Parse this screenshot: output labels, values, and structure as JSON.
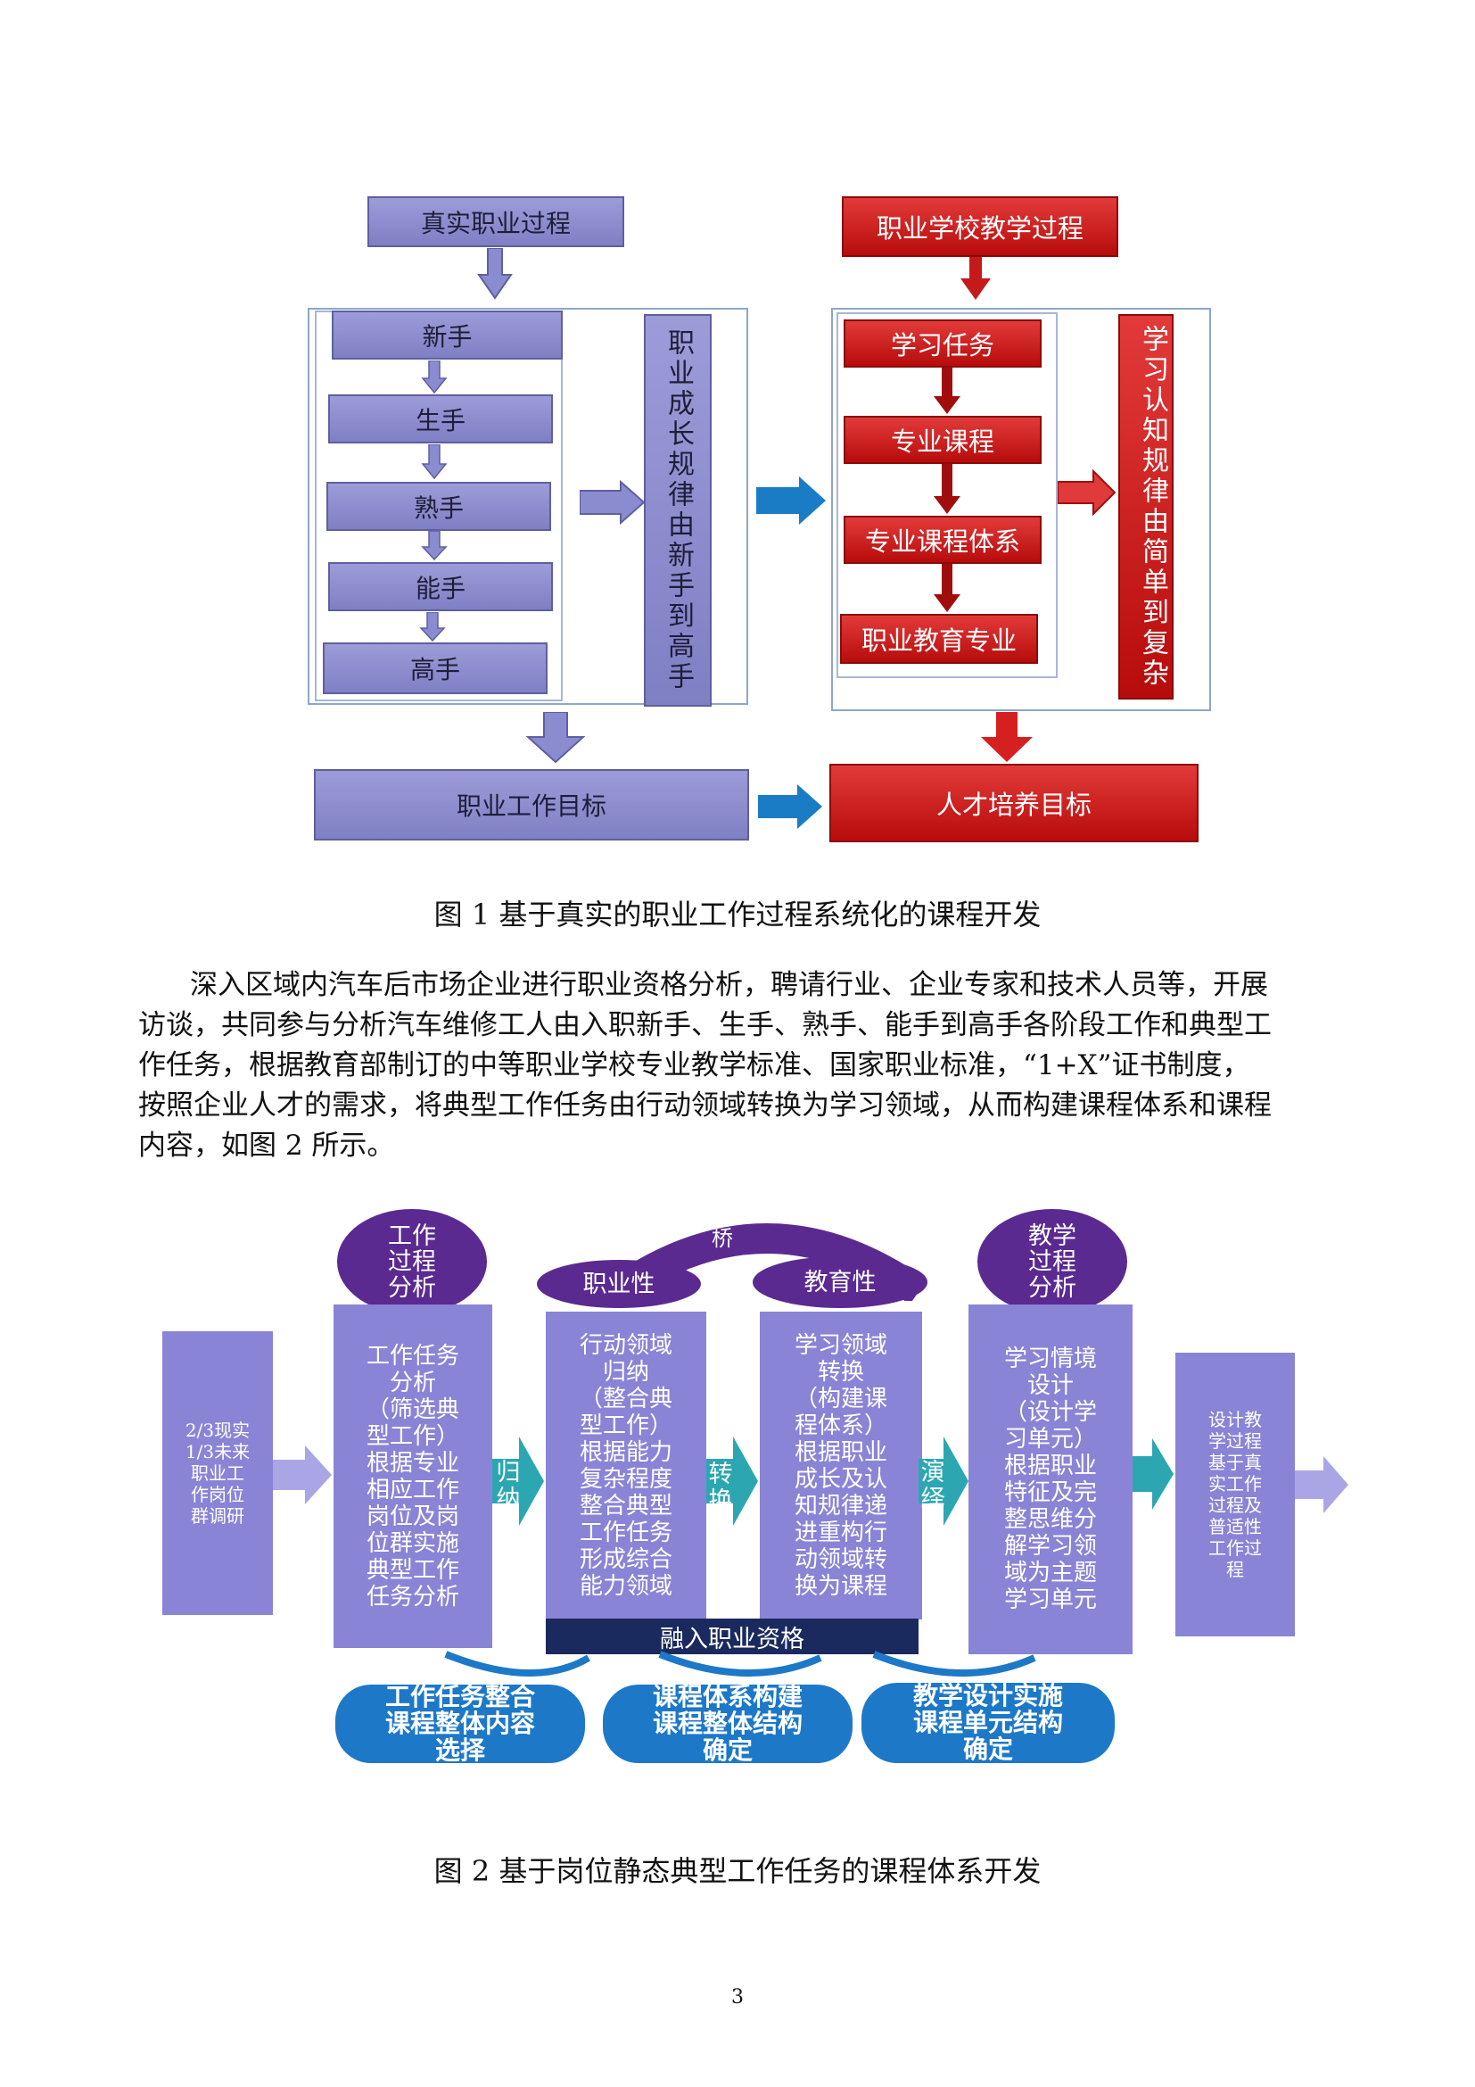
{
  "fig1": {
    "left_top": "真实职业过程",
    "left_stages": [
      "新手",
      "生手",
      "熟手",
      "能手",
      "高手"
    ],
    "left_vertical": "职业成长规律由新手到高手",
    "left_goal": "职业工作目标",
    "right_top": "职业学校教学过程",
    "right_stages": [
      "学习任务",
      "专业课程",
      "专业课程体系",
      "职业教育专业"
    ],
    "right_vertical": "学习认知规律由简单到复杂",
    "right_goal": "人才培养目标",
    "caption": "图 1 基于真实的职业工作过程系统化的课程开发"
  },
  "paragraph": [
    "深入区域内汽车后市场企业进行职业资格分析，聘请行业、企业专家和技术人员等，开展",
    "访谈，共同参与分析汽车维修工人由入职新手、生手、熟手、能手到高手各阶段工作和典型工",
    "作任务，根据教育部制订的中等职业学校专业教学标准、国家职业标准，“1+X”证书制度，",
    "按照企业人才的需求，将典型工作任务由行动领域转换为学习领域，从而构建课程体系和课程",
    "内容，如图 2 所示。"
  ],
  "fig2": {
    "start_box": "2/3现实\n1/3未来\n职业工\n作岗位\n群调研",
    "oval_left": "工作\n过程\n分析",
    "oval_right": "教学\n过程\n分析",
    "oval_vocational": "职业性",
    "oval_education": "教育性",
    "bridge": "桥",
    "col1": "工作任务\n分析\n（筛选典\n型工作）\n根据专业\n相应工作\n岗位及岗\n位群实施\n典型工作\n任务分析",
    "col2": "行动领域\n归纳\n（整合典\n型工作）\n根据能力\n复杂程度\n整合典型\n工作任务\n形成综合\n能力领域",
    "col3": "学习领域\n转换\n（构建课\n程体系）\n根据职业\n成长及认\n知规律递\n进重构行\n动领域转\n换为课程",
    "col4": "学习情境\n设计\n（设计学\n习单元）\n根据职业\n特征及完\n整思维分\n解学习领\n域为主题\n学习单元",
    "end_box": "设计教\n学过程\n基于真\n实工作\n过程及\n普适性\n工作过\n程",
    "arrow1": "归\n纳",
    "arrow2": "转\n换",
    "arrow3": "演\n绎",
    "bar": "融入职业资格",
    "bottom1": "工作任务整合\n课程整体内容\n选择",
    "bottom2": "课程体系构建\n课程整体结构\n确定",
    "bottom3": "教学设计实施\n课程单元结构\n确定",
    "caption": "图 2 基于岗位静态典型工作任务的课程体系开发"
  },
  "page_number": "3"
}
